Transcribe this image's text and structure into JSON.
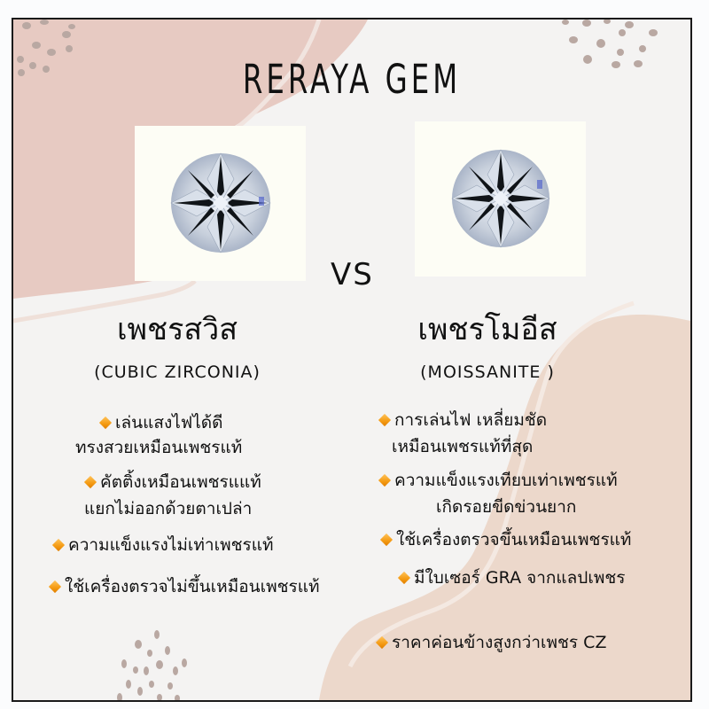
{
  "title": "RERAYA GEM",
  "vs_label": "VS",
  "colors": {
    "frame_bg": "#f4f3f2",
    "pink_blob": "#e7cac2",
    "peach_blob": "#ecd8cb",
    "dots": "#b9a8a2",
    "bullet_icon": "#f49a12",
    "text": "#111111"
  },
  "left": {
    "name_th": "เพชรสวิส",
    "name_en": "(CUBIC ZIRCONIA)",
    "image_label": "cubic-zirconia-diamond",
    "bullets": [
      {
        "line1": "เล่นแสงไฟได้ดี",
        "line2": "ทรงสวยเหมือนเพชรแท้"
      },
      {
        "line1": "คัตติ้งเหมือนเพชรแแท้",
        "line2": "แยกไม่ออกด้วยตาเปล่า"
      },
      {
        "line1": "ความแข็งแรงไม่เท่าเพชรแท้"
      },
      {
        "line1": "ใช้เครื่องตรวจไม่ขึ้นเหมือนเพชรแท้"
      }
    ]
  },
  "right": {
    "name_th": "เพชรโมอีส",
    "name_en": "(MOISSANITE )",
    "image_label": "moissanite-diamond",
    "bullets": [
      {
        "line1": "การเล่นไฟ เหลี่ยมชัด",
        "line2": "เหมือนเพชรแท้ที่สุด"
      },
      {
        "line1": "ความแข็งแรงเทียบเท่าเพชรแท้",
        "line2": "เกิดรอยขีดข่วนยาก"
      },
      {
        "line1": "ใช้เครื่องตรวจขึ้นเหมือนเพชรแท้"
      },
      {
        "line1": "มีใบเซอร์ GRA จากแลปเพชร"
      },
      {
        "line1": "ราคาค่อนข้างสูงกว่าเพชร CZ"
      }
    ]
  }
}
